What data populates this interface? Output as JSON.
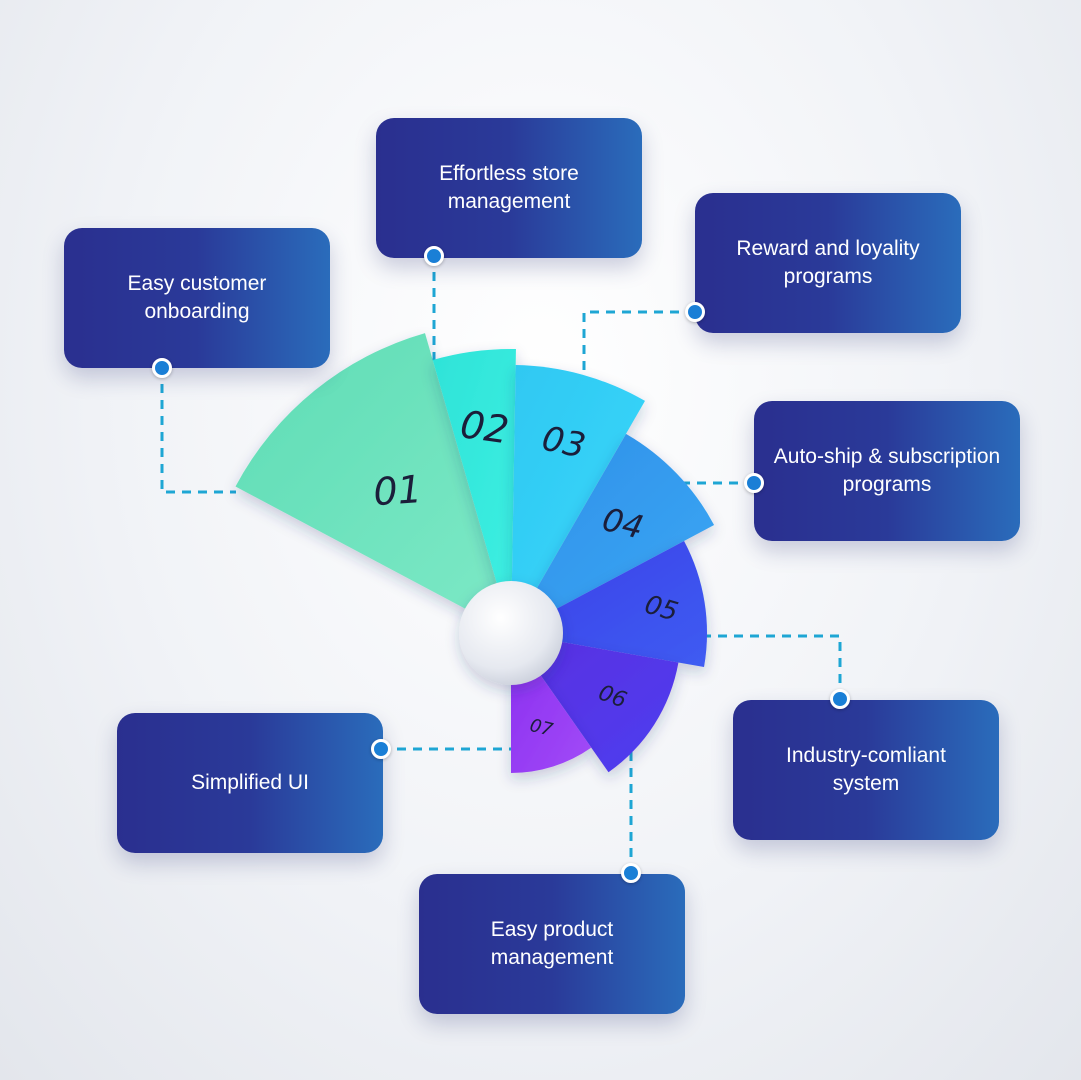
{
  "segments": [
    {
      "number": "01",
      "color_start": "#5edcb5",
      "color_end": "#7de9c6"
    },
    {
      "number": "02",
      "color_start": "#2ee3d8",
      "color_end": "#3ef0e2"
    },
    {
      "number": "03",
      "color_start": "#2fc8f2",
      "color_end": "#3ad8fb"
    },
    {
      "number": "04",
      "color_start": "#2f8fe8",
      "color_end": "#3ba8f5"
    },
    {
      "number": "05",
      "color_start": "#3b40e8",
      "color_end": "#3f5cf2"
    },
    {
      "number": "06",
      "color_start": "#5a2fe0",
      "color_end": "#4d3ef0"
    },
    {
      "number": "07",
      "color_start": "#8a2ef0",
      "color_end": "#a24bf7"
    }
  ],
  "cards": [
    {
      "id": "01",
      "label": "Easy customer onboarding"
    },
    {
      "id": "02",
      "label": "Effortless store management"
    },
    {
      "id": "03",
      "label": "Reward and loyality programs"
    },
    {
      "id": "04",
      "label": "Auto-ship & subscription programs"
    },
    {
      "id": "05",
      "label": "Industry-comliant system"
    },
    {
      "id": "06",
      "label": "Easy product management"
    },
    {
      "id": "07",
      "label": "Simplified UI"
    }
  ],
  "colors": {
    "card_gradient_start": "#2a2f8f",
    "card_gradient_end": "#2a6cbb",
    "connector": "#1ea6d4",
    "dot": "#1a7fd6",
    "label_text": "#1b1e3a"
  }
}
